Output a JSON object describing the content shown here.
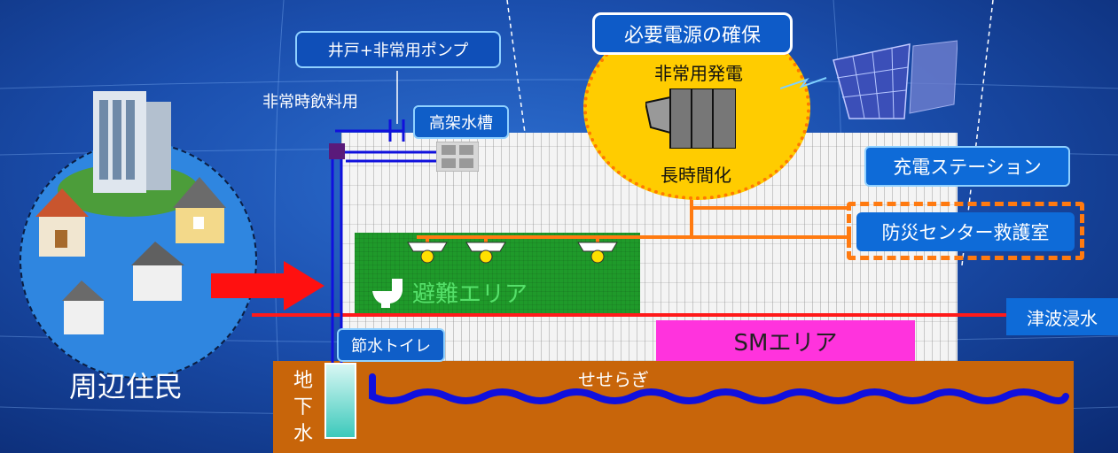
{
  "labels": {
    "residents": "周辺住民",
    "well_pump": "井戸+非常用ポンプ",
    "emergency_drinking": "非常時飲料用",
    "elevated_tank": "高架水槽",
    "power_secure": "必要電源の確保",
    "emergency_generator": "非常用発電",
    "long_duration": "長時間化",
    "charging_station": "充電ステーション",
    "disaster_center": "防災センター救護室",
    "evacuation_area": "避難エリア",
    "tsunami": "津波浸水",
    "sm_area": "SMエリア",
    "water_saving_toilet": "節水トイレ",
    "stream": "せせらぎ",
    "groundwater": [
      "地",
      "下",
      "水"
    ]
  },
  "colors": {
    "background": "#1b4fae",
    "evacuation_area": "#1f9a2a",
    "sm_area": "#ff33dd",
    "ground": "#c8650a",
    "tsunami_line": "#ff1a1a",
    "power_line": "#ff7a10",
    "water_pipe": "#1010dd",
    "generator_circle": "#ffcc00",
    "arrow": "#ff1010"
  },
  "icons": [
    "house-icon",
    "apartment-icon",
    "generator-icon",
    "solar-panel-icon",
    "toilet-icon",
    "light-icon",
    "water-tank-icon",
    "valve-icon"
  ]
}
